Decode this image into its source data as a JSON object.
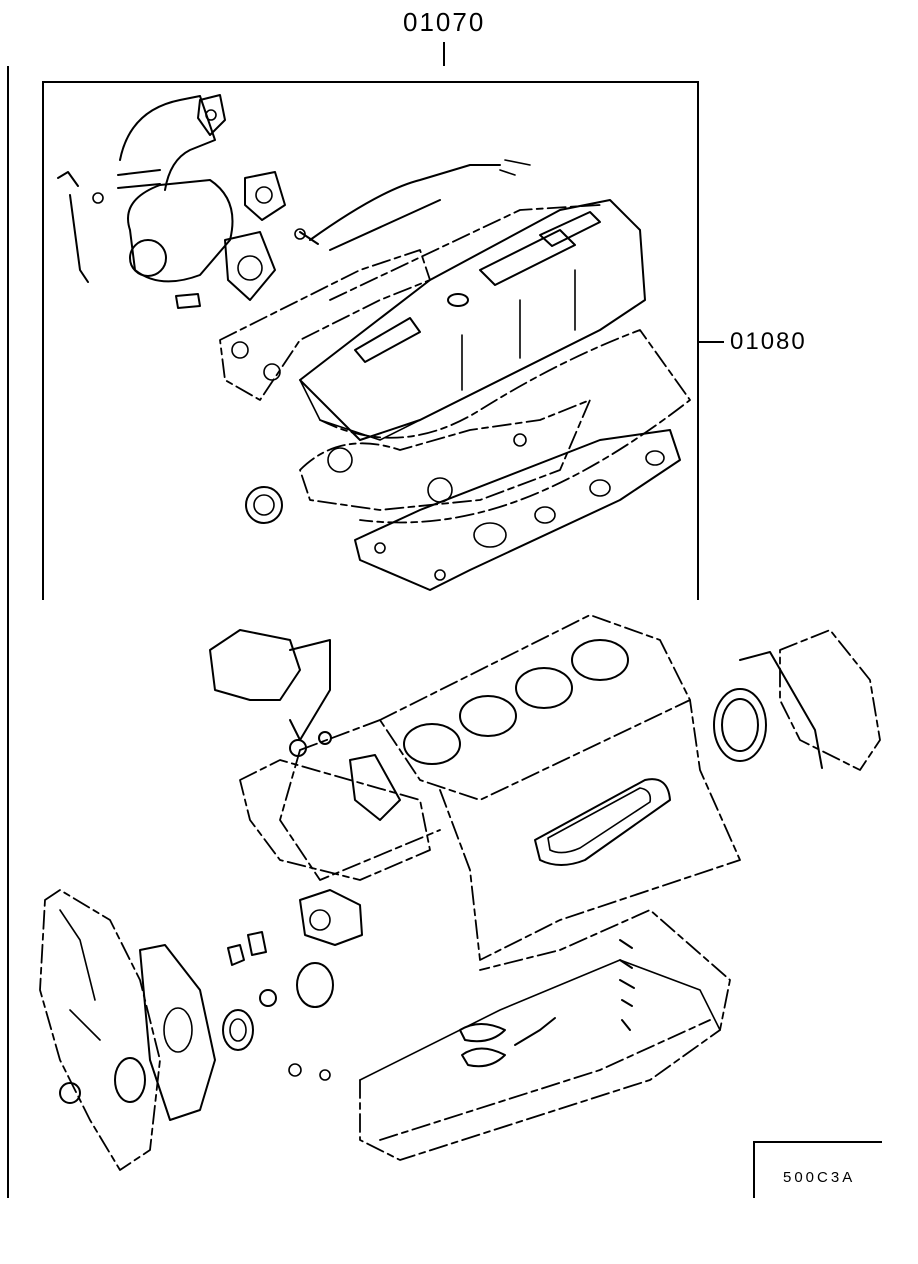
{
  "callouts": {
    "upper_gasket_set": "01070",
    "engine_overhaul_gasket_set": "01080"
  },
  "figure_reference": "500C3A",
  "icons": [
    "cylinder-head-gasket-kit-icon",
    "engine-block-gasket-kit-icon"
  ]
}
